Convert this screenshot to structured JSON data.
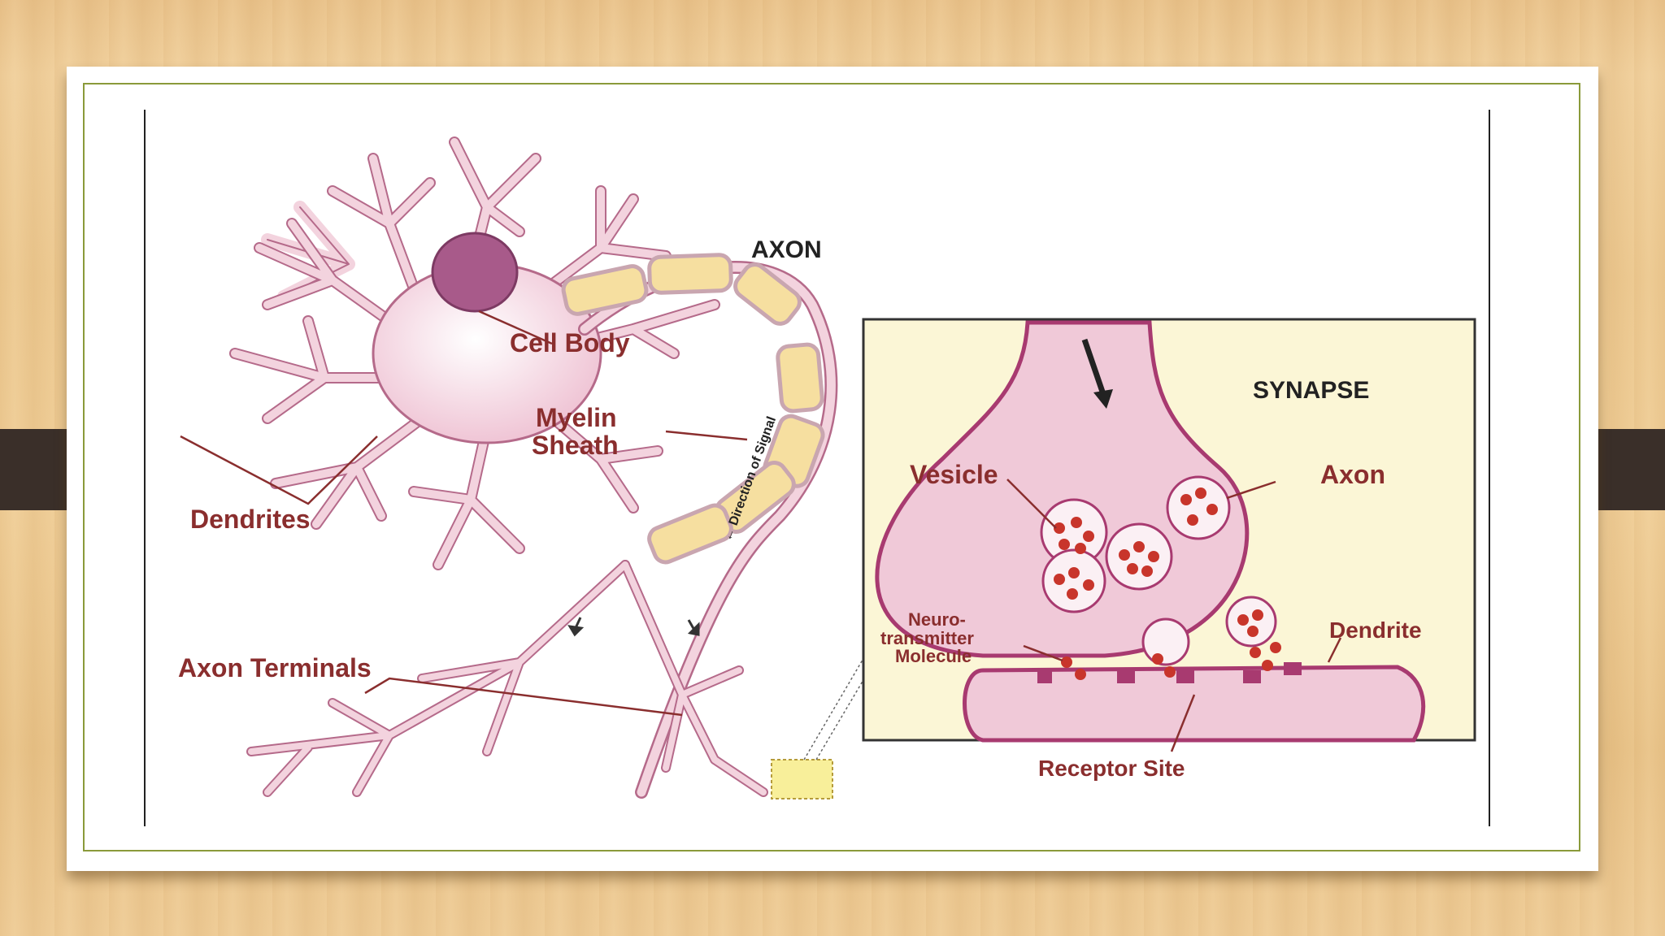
{
  "diagram": {
    "labels": {
      "axon_top": "AXON",
      "cell_body": "Cell Body",
      "myelin_line1": "Myelin",
      "myelin_line2": "Sheath",
      "direction": "← Direction of Signal",
      "dendrites": "Dendrites",
      "axon_terminals": "Axon Terminals"
    },
    "synapse": {
      "title": "SYNAPSE",
      "vesicle": "Vesicle",
      "axon": "Axon",
      "neuro_line1": "Neuro-",
      "neuro_line2": "transmitter",
      "neuro_line3": "Molecule",
      "dendrite": "Dendrite",
      "receptor_site": "Receptor Site"
    },
    "colors": {
      "neuron_fill": "#f3d3de",
      "neuron_stroke": "#b56a8a",
      "nucleus": "#a85a8a",
      "myelin_fill": "#f6dfa0",
      "myelin_stroke": "#c9a6b0",
      "label_text": "#8a2e2e",
      "inset_bg": "#fbf6d6",
      "vesicle_dot": "#c8352b"
    }
  }
}
